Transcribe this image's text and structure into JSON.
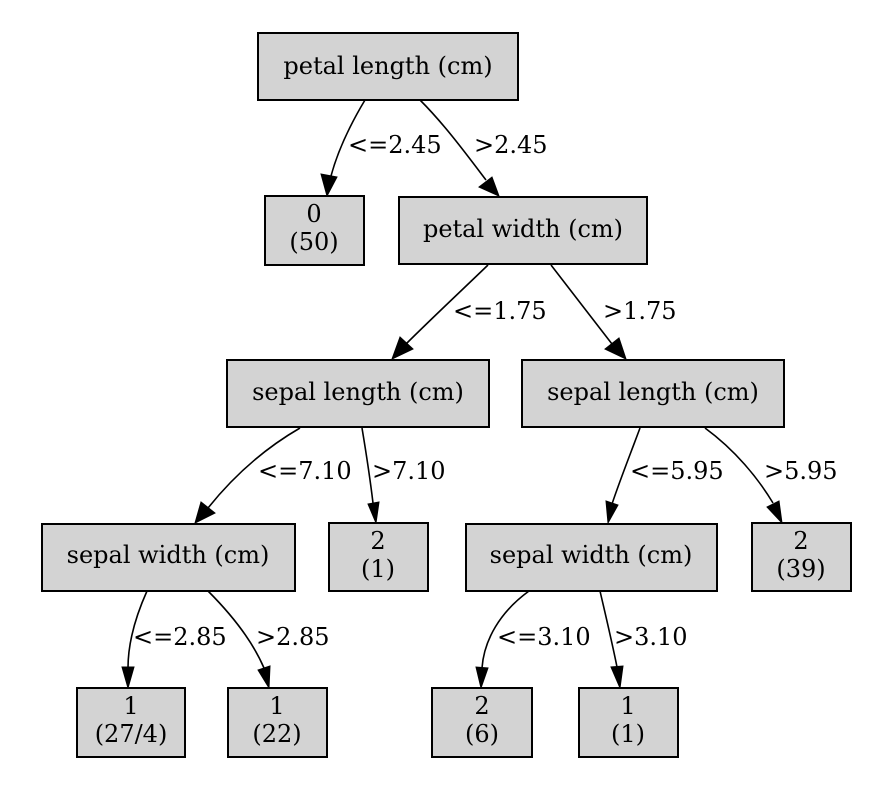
{
  "nodes": {
    "root": {
      "label": "petal length (cm)"
    },
    "leaf_setosa": {
      "line1": "0",
      "line2": "(50)"
    },
    "petal_width": {
      "label": "petal width (cm)"
    },
    "sepal_length_left": {
      "label": "sepal length (cm)"
    },
    "sepal_length_right": {
      "label": "sepal length (cm)"
    },
    "sepal_width_left": {
      "label": "sepal width (cm)"
    },
    "leaf_2_1": {
      "line1": "2",
      "line2": "(1)"
    },
    "sepal_width_right": {
      "label": "sepal width (cm)"
    },
    "leaf_2_39": {
      "line1": "2",
      "line2": "(39)"
    },
    "leaf_1_27_4": {
      "line1": "1",
      "line2": "(27/4)"
    },
    "leaf_1_22": {
      "line1": "1",
      "line2": "(22)"
    },
    "leaf_2_6": {
      "line1": "2",
      "line2": "(6)"
    },
    "leaf_1_1": {
      "line1": "1",
      "line2": "(1)"
    }
  },
  "edges": {
    "root_left": "<=2.45",
    "root_right": ">2.45",
    "pw_left": "<=1.75",
    "pw_right": ">1.75",
    "sll_left": "<=7.10",
    "sll_right": ">7.10",
    "slr_left": "<=5.95",
    "slr_right": ">5.95",
    "swl_left": "<=2.85",
    "swl_right": ">2.85",
    "swr_left": "<=3.10",
    "swr_right": ">3.10"
  }
}
